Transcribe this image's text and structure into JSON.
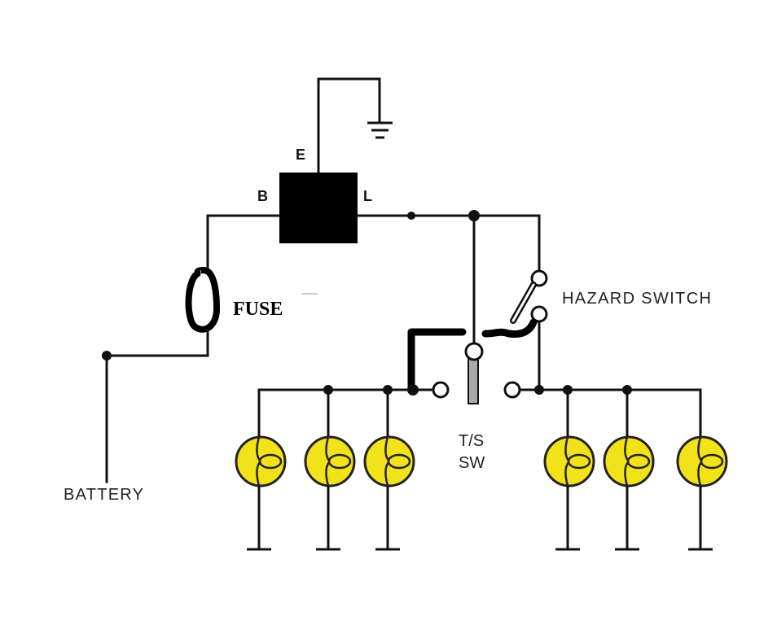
{
  "title": "Turn signal / hazard flasher wiring diagram",
  "flasher": {
    "terminals": {
      "b": "B",
      "e": "E",
      "l": "L"
    }
  },
  "labels": {
    "fuse": "FUSE",
    "hazard_switch": "HAZARD SWITCH",
    "turn_signal_switch_line1": "T/S",
    "turn_signal_switch_line2": "SW",
    "battery": "BATTERY"
  },
  "lamps": {
    "left_count": 3,
    "right_count": 3
  },
  "colors": {
    "lamp_fill": "#f2e21a",
    "wire": "#111111",
    "flasher_body": "#000000",
    "switch_lever": "#aaaaaa"
  }
}
